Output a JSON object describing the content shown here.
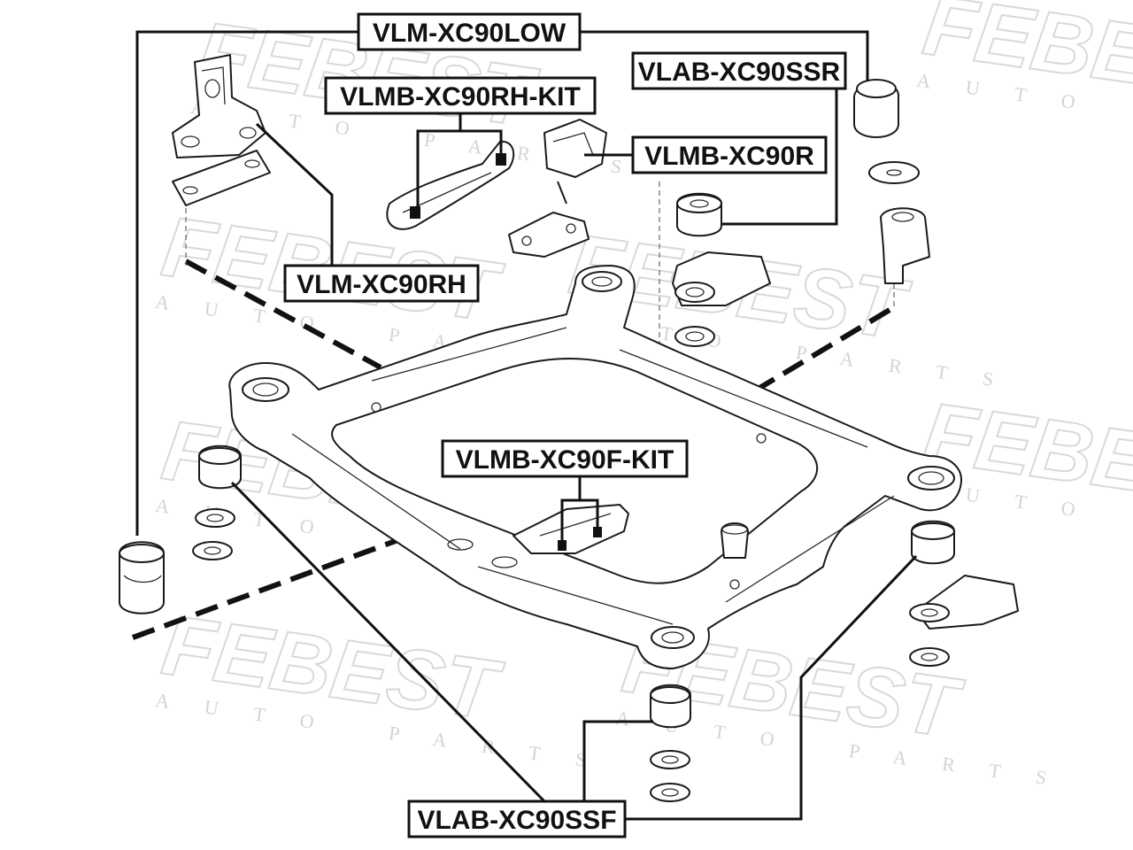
{
  "diagram": {
    "watermark": {
      "brand": "FEBEST",
      "subtitle": "AUTO PARTS"
    },
    "labels": {
      "vlm_xc90low": "VLM-XC90LOW",
      "vlab_xc90ssr": "VLAB-XC90SSR",
      "vlmb_xc90rh_kit": "VLMB-XC90RH-KIT",
      "vlmb_xc90r": "VLMB-XC90R",
      "vlm_xc90rh": "VLM-XC90RH",
      "vlmb_xc90f_kit": "VLMB-XC90F-KIT",
      "vlab_xc90ssf": "VLAB-XC90SSF"
    }
  }
}
